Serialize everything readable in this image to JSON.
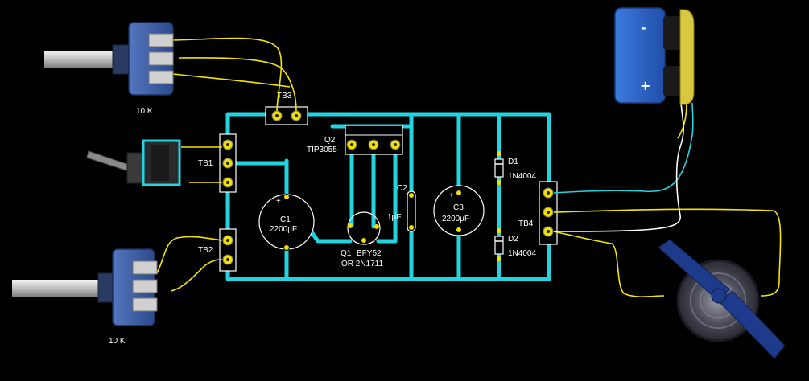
{
  "colors": {
    "background": "#000000",
    "trace": "#22d3e0",
    "wire_yellow": "#f2e600",
    "wire_white": "#ffffff",
    "pad": "#f0e000",
    "battery": "#2b63c9",
    "pot_body": "#3d5fa8",
    "fan_blade": "#1e3a8a"
  },
  "components": {
    "pot_top": {
      "value": "10 K",
      "icon": "potentiometer-icon"
    },
    "pot_bottom": {
      "value": "10 K",
      "icon": "potentiometer-icon"
    },
    "switch": {
      "icon": "toggle-switch-icon"
    },
    "battery": {
      "minus": "-",
      "plus": "+",
      "icon": "battery-icon"
    },
    "motor_fan": {
      "icon": "fan-motor-icon"
    }
  },
  "labels": {
    "tb1": "TB1",
    "tb2": "TB2",
    "tb3": "TB3",
    "tb4": "TB4",
    "q2_ref": "Q2",
    "q2_part": "TIP3055",
    "q1_ref": "Q1",
    "q1_part": "BFY52",
    "q1_alt": "OR 2N1711",
    "c1_ref": "C1",
    "c1_val": "2200µF",
    "c2_ref": "C2",
    "c2_val": "1µF",
    "c3_ref": "C3",
    "c3_val": "2200µF",
    "d1_ref": "D1",
    "d1_part": "1N4004",
    "d2_ref": "D2",
    "d2_part": "1N4004",
    "plus": "+"
  }
}
